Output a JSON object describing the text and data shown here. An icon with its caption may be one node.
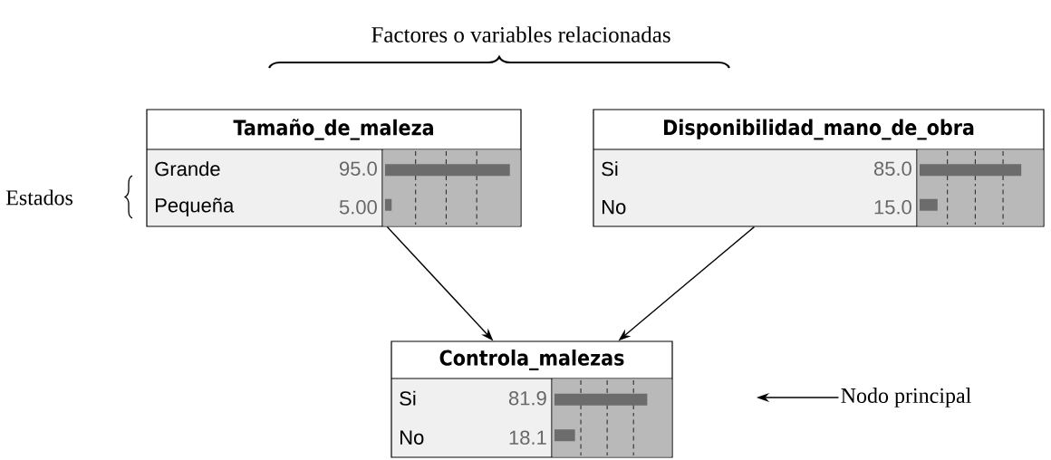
{
  "diagram": {
    "nodes": [
      {
        "text": [
          "Tamaño_de_maleza",
          "Grande",
          "95.0",
          "Pequeña",
          "5.00"
        ]
      },
      {
        "text": [
          "Disponibilidad_mano_de_obra",
          "Si",
          "85.0",
          "No",
          "15.0"
        ]
      },
      {
        "text": [
          "Controla_malezas",
          "Si",
          "81.9",
          "No",
          "18.1"
        ]
      },
      {
        "text": [
          "Nodo principal"
        ]
      }
    ],
    "edges": [
      {
        "from": 0,
        "to": 2,
        "arrow": "to"
      },
      {
        "from": 1,
        "to": 2,
        "arrow": "to"
      },
      {
        "from": 3,
        "to": null,
        "arrow": "to"
      }
    ],
    "labels": [
      "Factores o variables relacionadas",
      "Estados"
    ]
  }
}
